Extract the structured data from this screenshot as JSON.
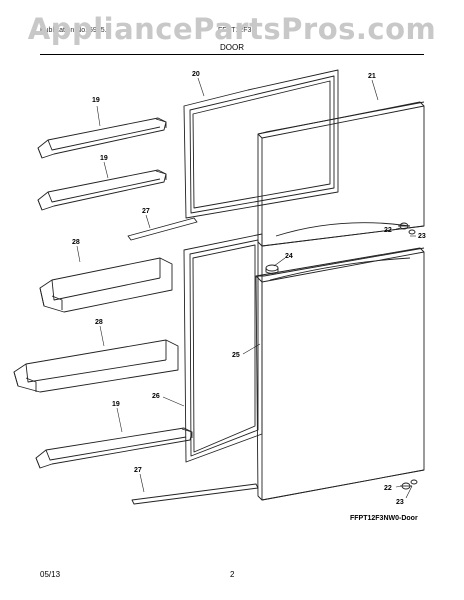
{
  "watermark": "AppliancePartsPros.com",
  "header": {
    "left_text": "Publication No. 5995...",
    "right_text": "FFPT12F3N",
    "section_title": "DOOR"
  },
  "figure_id": "FFPT12F3NW0-Door",
  "footer": {
    "date": "05/13",
    "page": "2"
  },
  "callouts": {
    "shelf_19": "19",
    "gasket_20": "20",
    "door_21": "21",
    "hinge_22": "22",
    "screw_23": "23",
    "cap_24": "24",
    "door_25": "25",
    "gasket_26": "26",
    "trim_27": "27",
    "bin_28": "28"
  }
}
